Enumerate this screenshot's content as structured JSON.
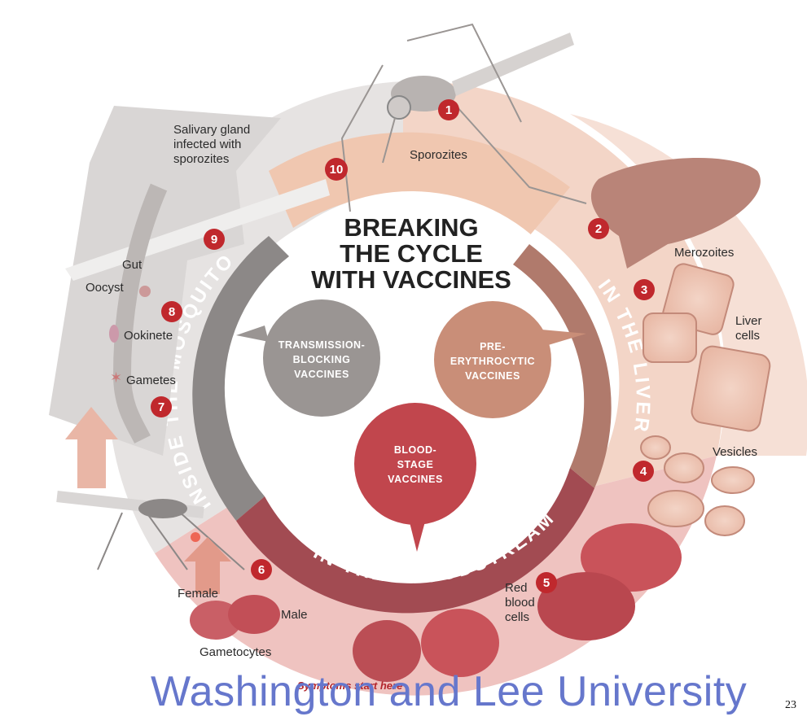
{
  "title": [
    "BREAKING",
    "THE CYCLE",
    "WITH VACCINES"
  ],
  "ring_labels": {
    "mosquito": "INSIDE THE MOSQUITO",
    "liver": "IN THE LIVER",
    "bloodstream": "IN THE BLOODSTREAM"
  },
  "vaccines": {
    "transmission": [
      "TRANSMISSION-",
      "BLOCKING",
      "VACCINES"
    ],
    "pre": [
      "PRE-",
      "ERYTHROCYTIC",
      "VACCINES"
    ],
    "blood": [
      "BLOOD-",
      "STAGE",
      "VACCINES"
    ]
  },
  "labels": {
    "salivary": [
      "Salivary gland",
      "infected with",
      "sporozites"
    ],
    "sporozites": "Sporozites",
    "gut": "Gut",
    "oocyst": "Oocyst",
    "ookinete": "Ookinete",
    "gametes": "Gametes",
    "merozoites": "Merozoites",
    "liver_cells": [
      "Liver",
      "cells"
    ],
    "vesicles": "Vesicles",
    "rbc": [
      "Red",
      "blood",
      "cells"
    ],
    "female": "Female",
    "male": "Male",
    "gametocytes": "Gametocytes",
    "symptoms": "Symptoms start here"
  },
  "steps": [
    "1",
    "2",
    "3",
    "4",
    "5",
    "6",
    "7",
    "8",
    "9",
    "10"
  ],
  "footer": "Washington and Lee University",
  "page_number": "23",
  "colors": {
    "step_badge": "#c0282d",
    "liver_ring": "#b07a6c",
    "blood_ring": "#a24b52",
    "mosquito_ring": "#8c8887",
    "footer_text": "#6677cc"
  }
}
